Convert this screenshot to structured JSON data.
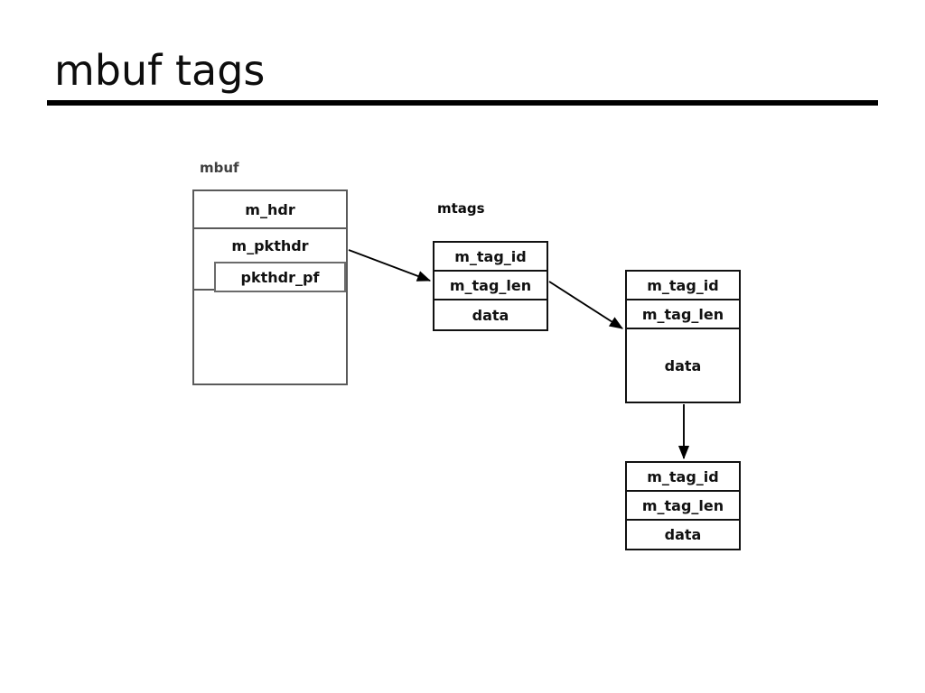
{
  "slide": {
    "title": "mbuf tags"
  },
  "diagram": {
    "captions": {
      "mbuf": "mbuf",
      "mtags": "mtags"
    },
    "mbuf_struct": {
      "rows": [
        {
          "label": "m_hdr"
        },
        {
          "label": "m_pkthdr"
        },
        {
          "label": ""
        }
      ],
      "inset": {
        "label": "pkthdr_pf"
      }
    },
    "mtag_nodes": [
      {
        "id": "mtag-1",
        "cells": [
          {
            "label": "m_tag_id"
          },
          {
            "label": "m_tag_len"
          },
          {
            "label": "data"
          }
        ]
      },
      {
        "id": "mtag-2",
        "cells": [
          {
            "label": "m_tag_id"
          },
          {
            "label": "m_tag_len"
          },
          {
            "label": "data"
          }
        ]
      },
      {
        "id": "mtag-3",
        "cells": [
          {
            "label": "m_tag_id"
          },
          {
            "label": "m_tag_len"
          },
          {
            "label": "data"
          }
        ]
      }
    ],
    "colors": {
      "ink": "#111111",
      "struct_border": "#5a5a5a",
      "caption_muted": "#3f3f3f",
      "rule": "#000000",
      "background": "#ffffff"
    }
  }
}
